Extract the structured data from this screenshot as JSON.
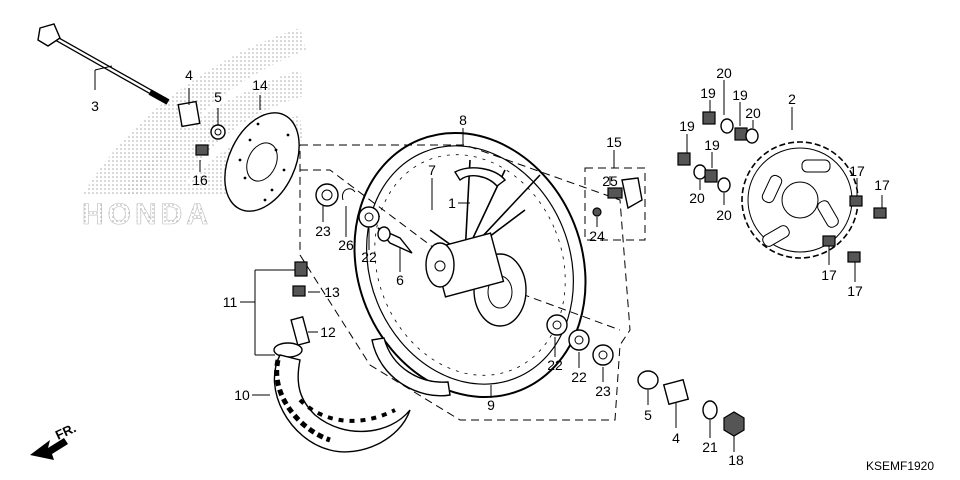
{
  "diagram": {
    "code": "KSEMF1920",
    "front_marker": "FR.",
    "watermark_text": "HONDA",
    "callouts": [
      "1",
      "2",
      "3",
      "4",
      "5",
      "6",
      "7",
      "8",
      "9",
      "10",
      "11",
      "12",
      "13",
      "14",
      "15",
      "16",
      "17",
      "18",
      "19",
      "20",
      "21",
      "22",
      "23",
      "24",
      "25",
      "26"
    ]
  }
}
